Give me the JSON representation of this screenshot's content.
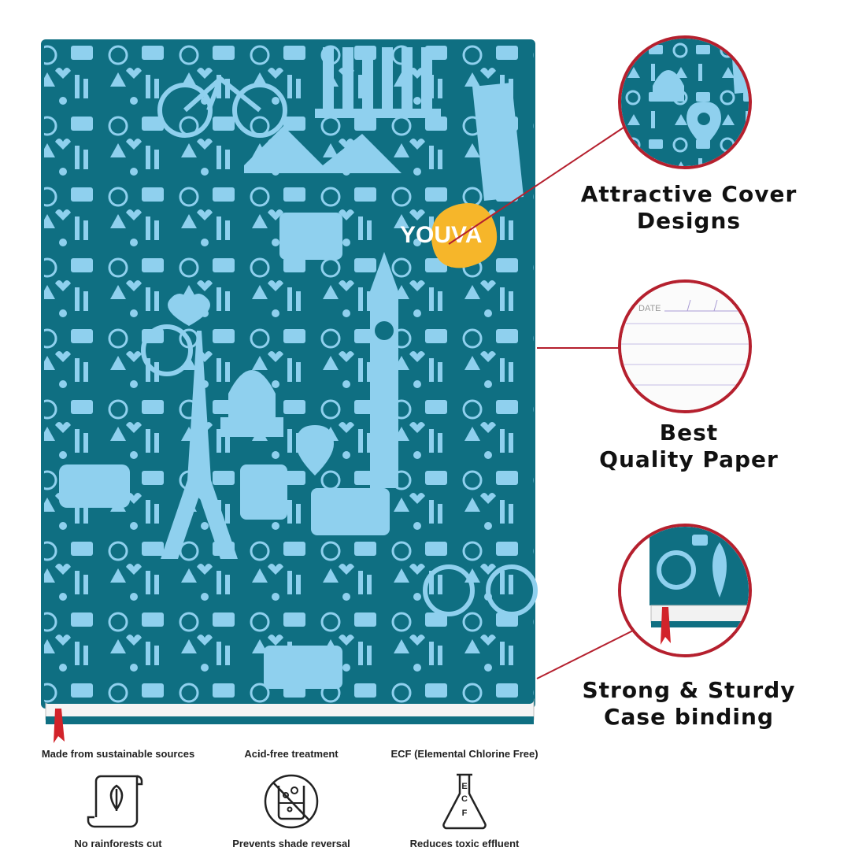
{
  "brand": {
    "logo_text": "YOUVA",
    "logo_color": "#f6b62a"
  },
  "colors": {
    "cover_dark": "#0f6f82",
    "cover_light": "#8fd0ee",
    "accent": "#b5202e",
    "ribbon": "#d2232a"
  },
  "features": [
    {
      "line1": "Attractive Cover",
      "line2": "Designs"
    },
    {
      "line1": "Best",
      "line2": "Quality Paper"
    },
    {
      "line1": "Strong & Sturdy",
      "line2": "Case binding"
    }
  ],
  "paper": {
    "date_label": "DATE"
  },
  "badges": [
    {
      "top": "Made from sustainable sources",
      "bottom": "No rainforests cut",
      "icon": "leaf-scroll-icon"
    },
    {
      "top": "Acid-free treatment",
      "bottom": "Prevents shade reversal",
      "icon": "no-acid-beaker-icon"
    },
    {
      "top": "ECF (Elemental Chlorine Free)",
      "bottom": "Reduces toxic effluent",
      "icon": "ecf-flask-icon",
      "flask_letters": "ECF"
    }
  ]
}
